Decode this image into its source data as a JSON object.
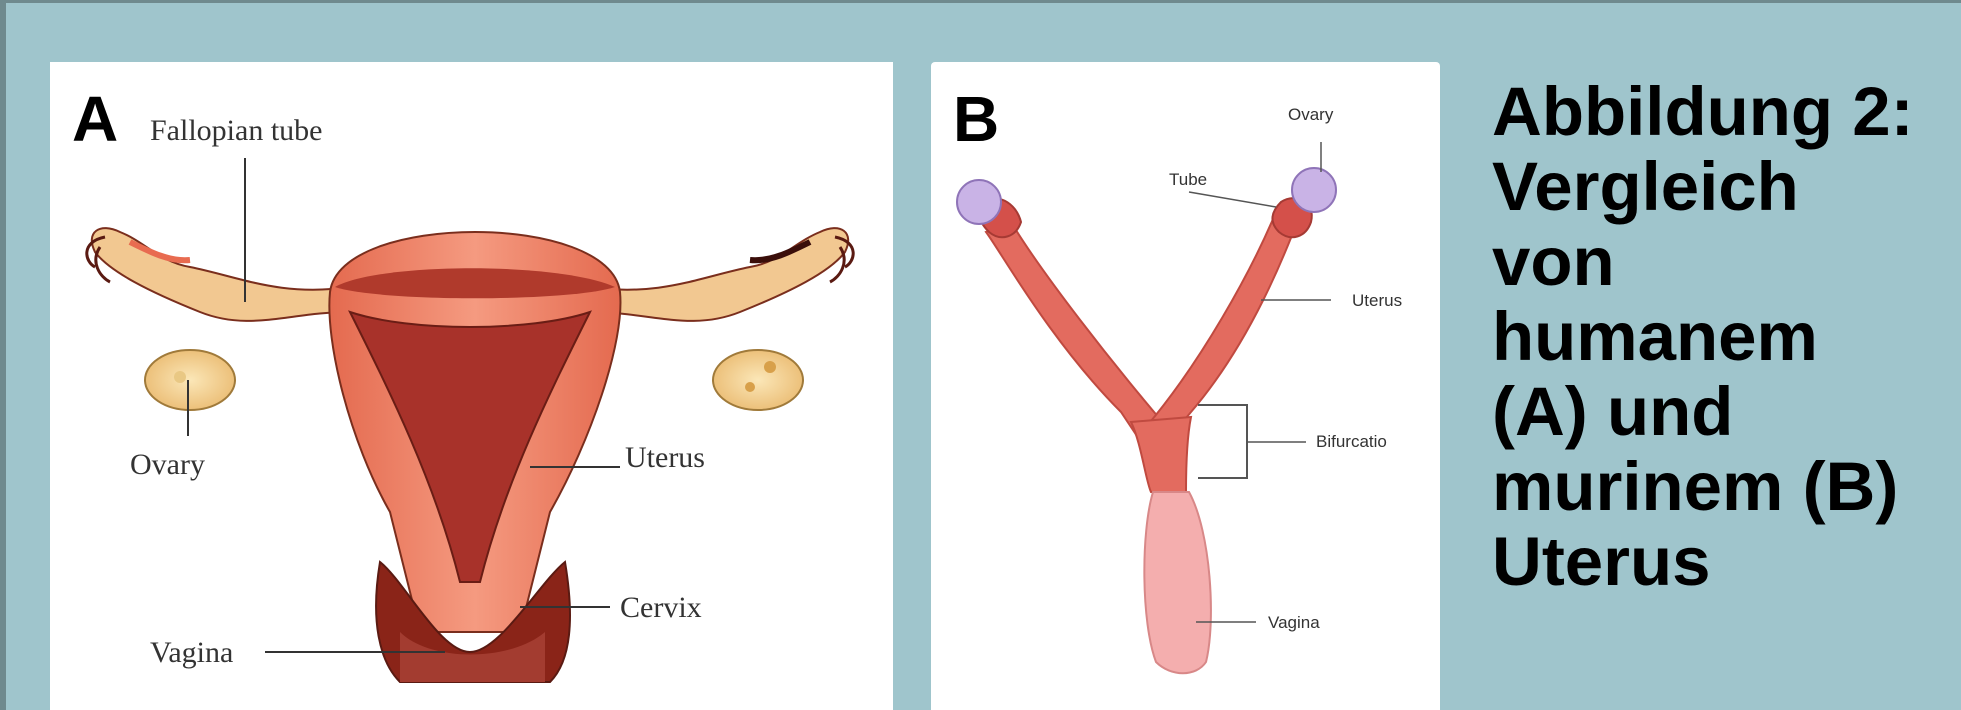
{
  "figure": {
    "caption": "Abbildung 2:\nVergleich\nvon\nhumanem\n(A) und\nmurinem (B)\nUterus"
  },
  "panel_a": {
    "letter": "A",
    "labels": {
      "fallopian_tube": "Fallopian tube",
      "ovary": "Ovary",
      "uterus": "Uterus",
      "cervix": "Cervix",
      "vagina": "Vagina"
    }
  },
  "panel_b": {
    "letter": "B",
    "labels": {
      "ovary": "Ovary",
      "tube": "Tube",
      "uterus": "Uterus",
      "bifurcatio": "Bifurcatio",
      "vagina": "Vagina"
    }
  },
  "colors": {
    "background": "#9fc5cc",
    "uterus_tissue": "#e8735a",
    "uterus_dark": "#a8322a",
    "ovary_human": "#f3d49a",
    "mouse_uterus": "#e36b5f",
    "mouse_ovary": "#c9b3e6",
    "mouse_vagina": "#f4aeae"
  }
}
